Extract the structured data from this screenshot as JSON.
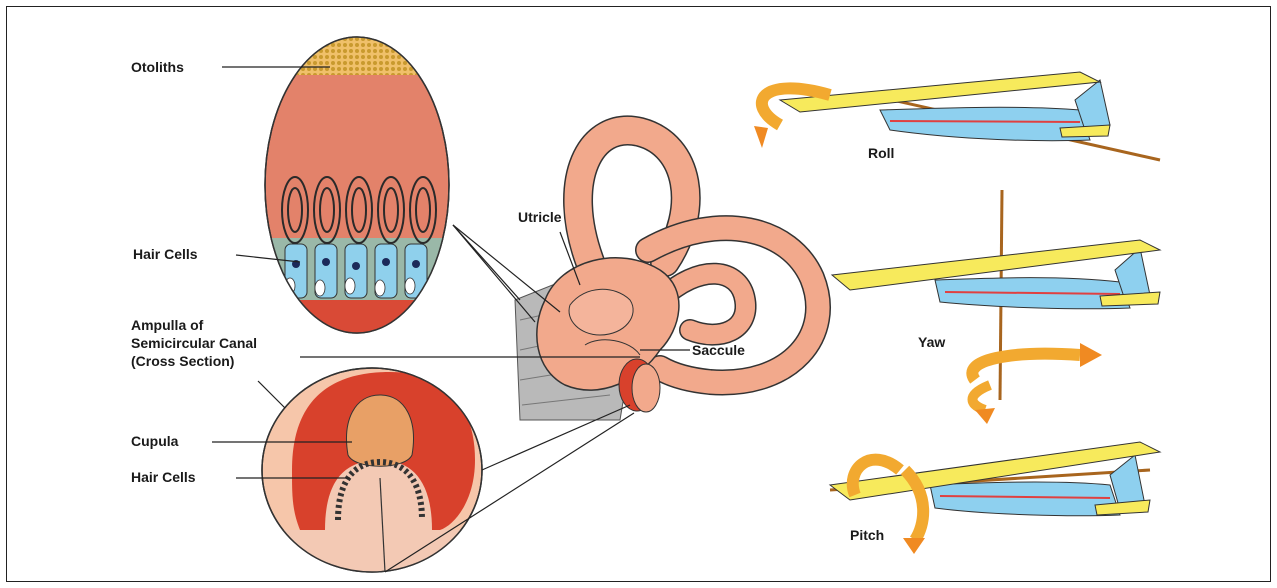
{
  "labels": {
    "otoliths": "Otoliths",
    "hair_cells_top": "Hair Cells",
    "ampulla_line1": "Ampulla of",
    "ampulla_line2": "Semicircular Canal",
    "ampulla_line3": "(Cross Section)",
    "cupula": "Cupula",
    "hair_cells_bottom": "Hair Cells",
    "utricle": "Utricle",
    "saccule": "Saccule",
    "roll": "Roll",
    "yaw": "Yaw",
    "pitch": "Pitch"
  }
}
